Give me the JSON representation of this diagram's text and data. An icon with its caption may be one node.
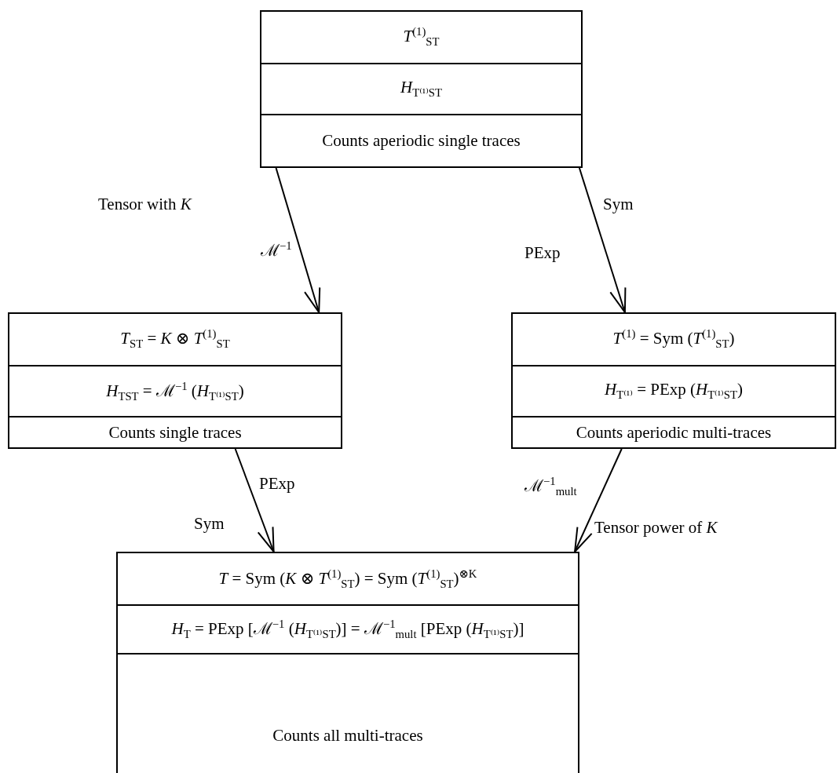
{
  "diagram": {
    "nodes": [
      {
        "text": [
          "*T*$^{(1)}$$_{ST}$",
          "*H*$_{T⁽¹⁾ST}$",
          "Counts aperiodic single traces"
        ]
      },
      {
        "text": [
          "*T*$_{ST}$ = *K* ⊗ *T*$^{(1)}$$_{ST}$",
          "*H*$_{TST}$ = ℳ$^{−1}$ (*H*$_{T⁽¹⁾ST}$)",
          "Counts single traces"
        ]
      },
      {
        "text": [
          "*T*$^{(1)}$ = Sym (*T*$^{(1)}$$_{ST}$)",
          "*H*$_{T⁽¹⁾}$ = PExp (*H*$_{T⁽¹⁾ST}$)",
          "Counts aperiodic multi-traces"
        ]
      },
      {
        "text": [
          "*T* = Sym (*K* ⊗ *T*$^{(1)}$$_{ST}$) = Sym (*T*$^{(1)}$$_{ST}$)$^{⊗K}$",
          "*H*$_{T}$ = PExp [ℳ$^{−1}$ (*H*$_{T⁽¹⁾ST}$)] = ℳ$^{−1}$$_{mult}$ [PExp (*H*$_{T⁽¹⁾ST}$)]",
          "Counts all multi-traces"
        ]
      }
    ],
    "edges": [
      {
        "from": 0,
        "to": 1,
        "arrow": "to"
      },
      {
        "from": 0,
        "to": 2,
        "arrow": "to"
      },
      {
        "from": 1,
        "to": 3,
        "arrow": "to"
      },
      {
        "from": 2,
        "to": 3,
        "arrow": "to"
      }
    ],
    "labels": [
      "Tensor with *K*",
      "ℳ$^{−1}$",
      "Sym",
      "PExp",
      "PExp",
      "Sym",
      "ℳ$^{−1}$$_{mult}$",
      "Tensor power of *K*"
    ]
  }
}
